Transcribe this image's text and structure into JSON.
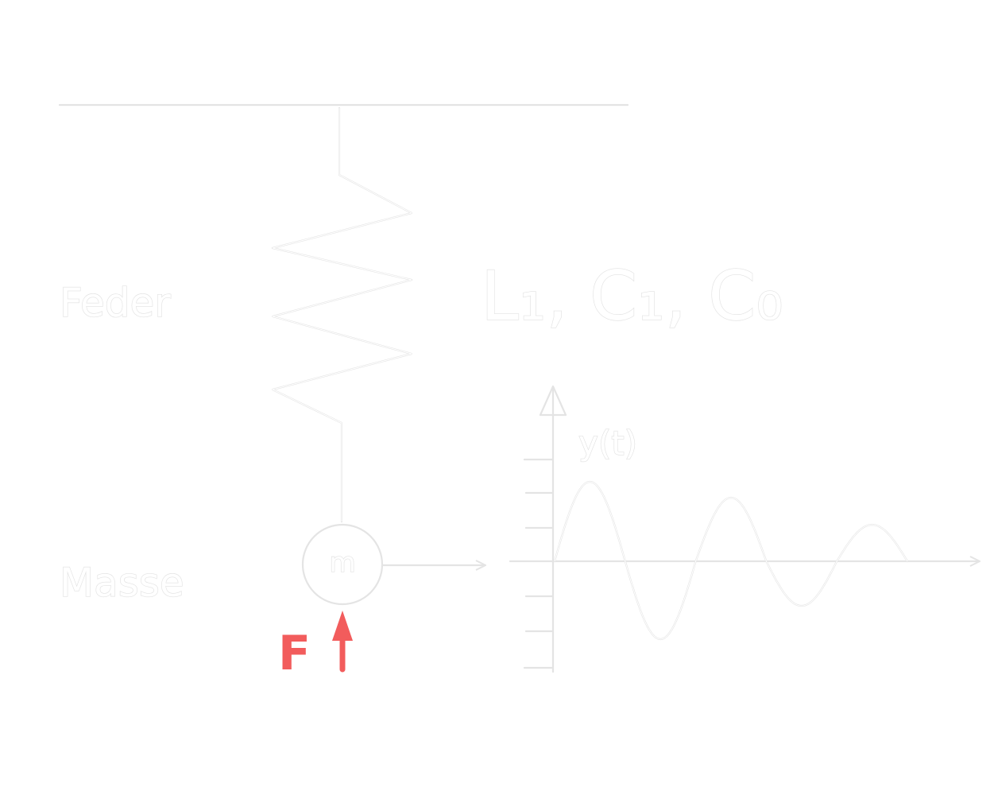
{
  "labels": {
    "spring": "Feder",
    "mass": "Masse",
    "mass_symbol": "m",
    "parameters": "L₁, C₁, C₀",
    "response": "y(t)",
    "force": "F"
  },
  "colors": {
    "background": "#ffffff",
    "stroke": "#e4e4e4",
    "force": "#f25c5c"
  },
  "icons": {
    "force_arrow": "arrow-up-icon",
    "output_arrow": "arrow-right-icon"
  }
}
